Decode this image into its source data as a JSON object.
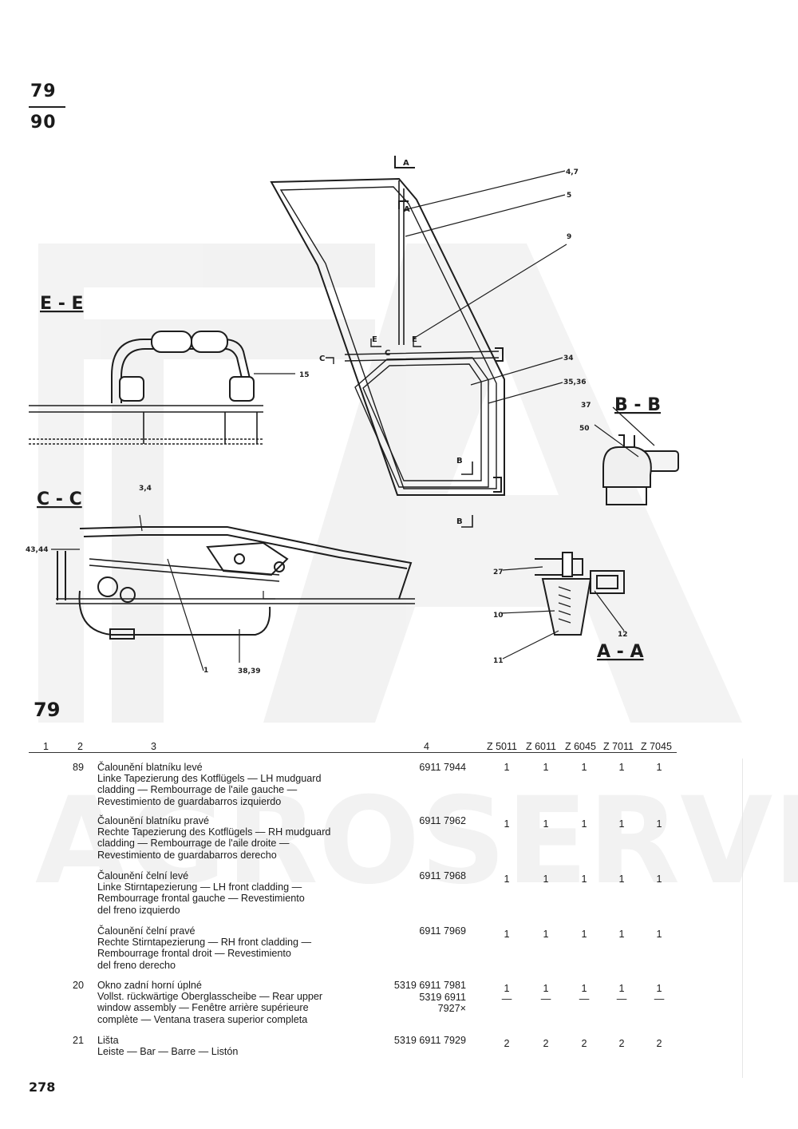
{
  "page": {
    "ref_top": "79",
    "ref_bottom": "90",
    "section": "79",
    "page_number": "278",
    "watermark": "AGROSERVIS"
  },
  "diagram": {
    "section_labels": {
      "ee": "E - E",
      "cc": "C - C",
      "bb": "B - B",
      "aa": "A - A"
    },
    "callouts": {
      "c47": "4,7",
      "c5": "5",
      "c9": "9",
      "c34": "34",
      "c3536": "35,36",
      "c15": "15",
      "c34b": "3,4",
      "c4344": "43,44",
      "c1": "1",
      "c3839": "38,39",
      "c37": "37",
      "c50": "50",
      "c27": "27",
      "c10": "10",
      "c11": "11",
      "c12": "12"
    },
    "cut_marks": {
      "a": "A",
      "e": "E",
      "c": "C",
      "b": "B"
    }
  },
  "table": {
    "headers": {
      "h1": "1",
      "h2": "2",
      "h3": "3",
      "h4": "4",
      "m1": "Z 5011",
      "m2": "Z 6011",
      "m3": "Z 6045",
      "m4": "Z 7011",
      "m5": "Z 7045"
    },
    "rows": [
      {
        "pos": "89",
        "lines": [
          "Čalounění blatníku levé",
          "Linke Tapezierung des Kotflügels — LH mudguard",
          "cladding — Rembourrage de l'aile gauche —",
          "Revestimiento de guardabarros izquierdo"
        ],
        "part": "6911 7944",
        "q": [
          "1",
          "1",
          "1",
          "1",
          "1"
        ]
      },
      {
        "pos": "",
        "lines": [
          "Čalounění blatníku pravé",
          "Rechte Tapezierung des Kotflügels — RH mudguard",
          "cladding — Rembourrage de l'aile droite —",
          "Revestimiento de guardabarros derecho"
        ],
        "part": "6911 7962",
        "q": [
          "1",
          "1",
          "1",
          "1",
          "1"
        ]
      },
      {
        "pos": "",
        "lines": [
          "Čalounění čelní levé",
          "Linke Stirntapezierung — LH front cladding —",
          "Rembourrage frontal gauche — Revestimiento",
          "del freno izquierdo"
        ],
        "part": "6911 7968",
        "q": [
          "1",
          "1",
          "1",
          "1",
          "1"
        ]
      },
      {
        "pos": "",
        "lines": [
          "Čalounění čelní pravé",
          "Rechte Stirntapezierung — RH front cladding —",
          "Rembourrage frontal droit — Revestimiento",
          "del freno derecho"
        ],
        "part": "6911 7969",
        "q": [
          "1",
          "1",
          "1",
          "1",
          "1"
        ]
      },
      {
        "pos": "20",
        "lines": [
          "Okno zadní horní úplné",
          "Vollst. rückwärtige Oberglasscheibe — Rear upper",
          "window assembly — Fenêtre arrière supérieure",
          "complète — Ventana trasera superior completa"
        ],
        "part": "5319 6911 7981",
        "part2": "5319 6911 7927×",
        "q": [
          "1",
          "1",
          "1",
          "1",
          "1"
        ],
        "q2": [
          "—",
          "—",
          "—",
          "—",
          "—"
        ]
      },
      {
        "pos": "21",
        "lines": [
          "Lišta",
          "Leiste — Bar — Barre — Listón"
        ],
        "part": "5319 6911 7929",
        "q": [
          "2",
          "2",
          "2",
          "2",
          "2"
        ]
      }
    ]
  }
}
